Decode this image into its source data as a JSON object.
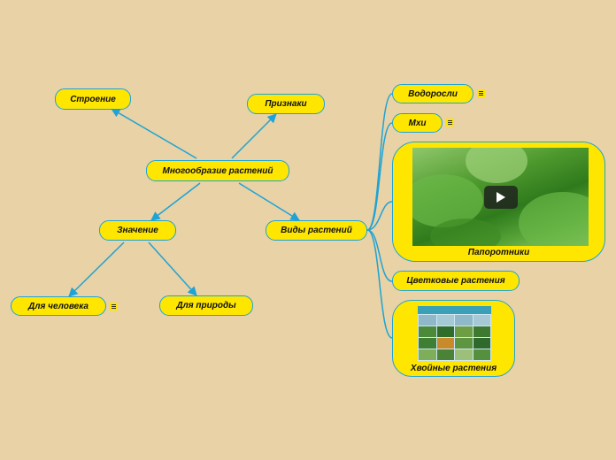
{
  "mindmap": {
    "center": {
      "label": "Многообразие растений"
    },
    "stroenie": {
      "label": "Строение"
    },
    "priznaki": {
      "label": "Признаки"
    },
    "znachenie": {
      "label": "Значение"
    },
    "dlya_cheloveka": {
      "label": "Для человека"
    },
    "dlya_prirody": {
      "label": "Для природы"
    },
    "vidy": {
      "label": "Виды растений"
    },
    "vodorosli": {
      "label": "Водоросли"
    },
    "mhi": {
      "label": "Мхи"
    },
    "paporotniki": {
      "label": "Папоротники"
    },
    "cvetkovye": {
      "label": "Цветковые растения"
    },
    "hvoynye": {
      "label": "Хвойные растения"
    }
  },
  "colors": {
    "background": "#e8d2a6",
    "node_fill": "#ffe600",
    "link": "#1ea3d6"
  },
  "icons": {
    "note": "note-lines-icon",
    "play": "play-icon"
  }
}
